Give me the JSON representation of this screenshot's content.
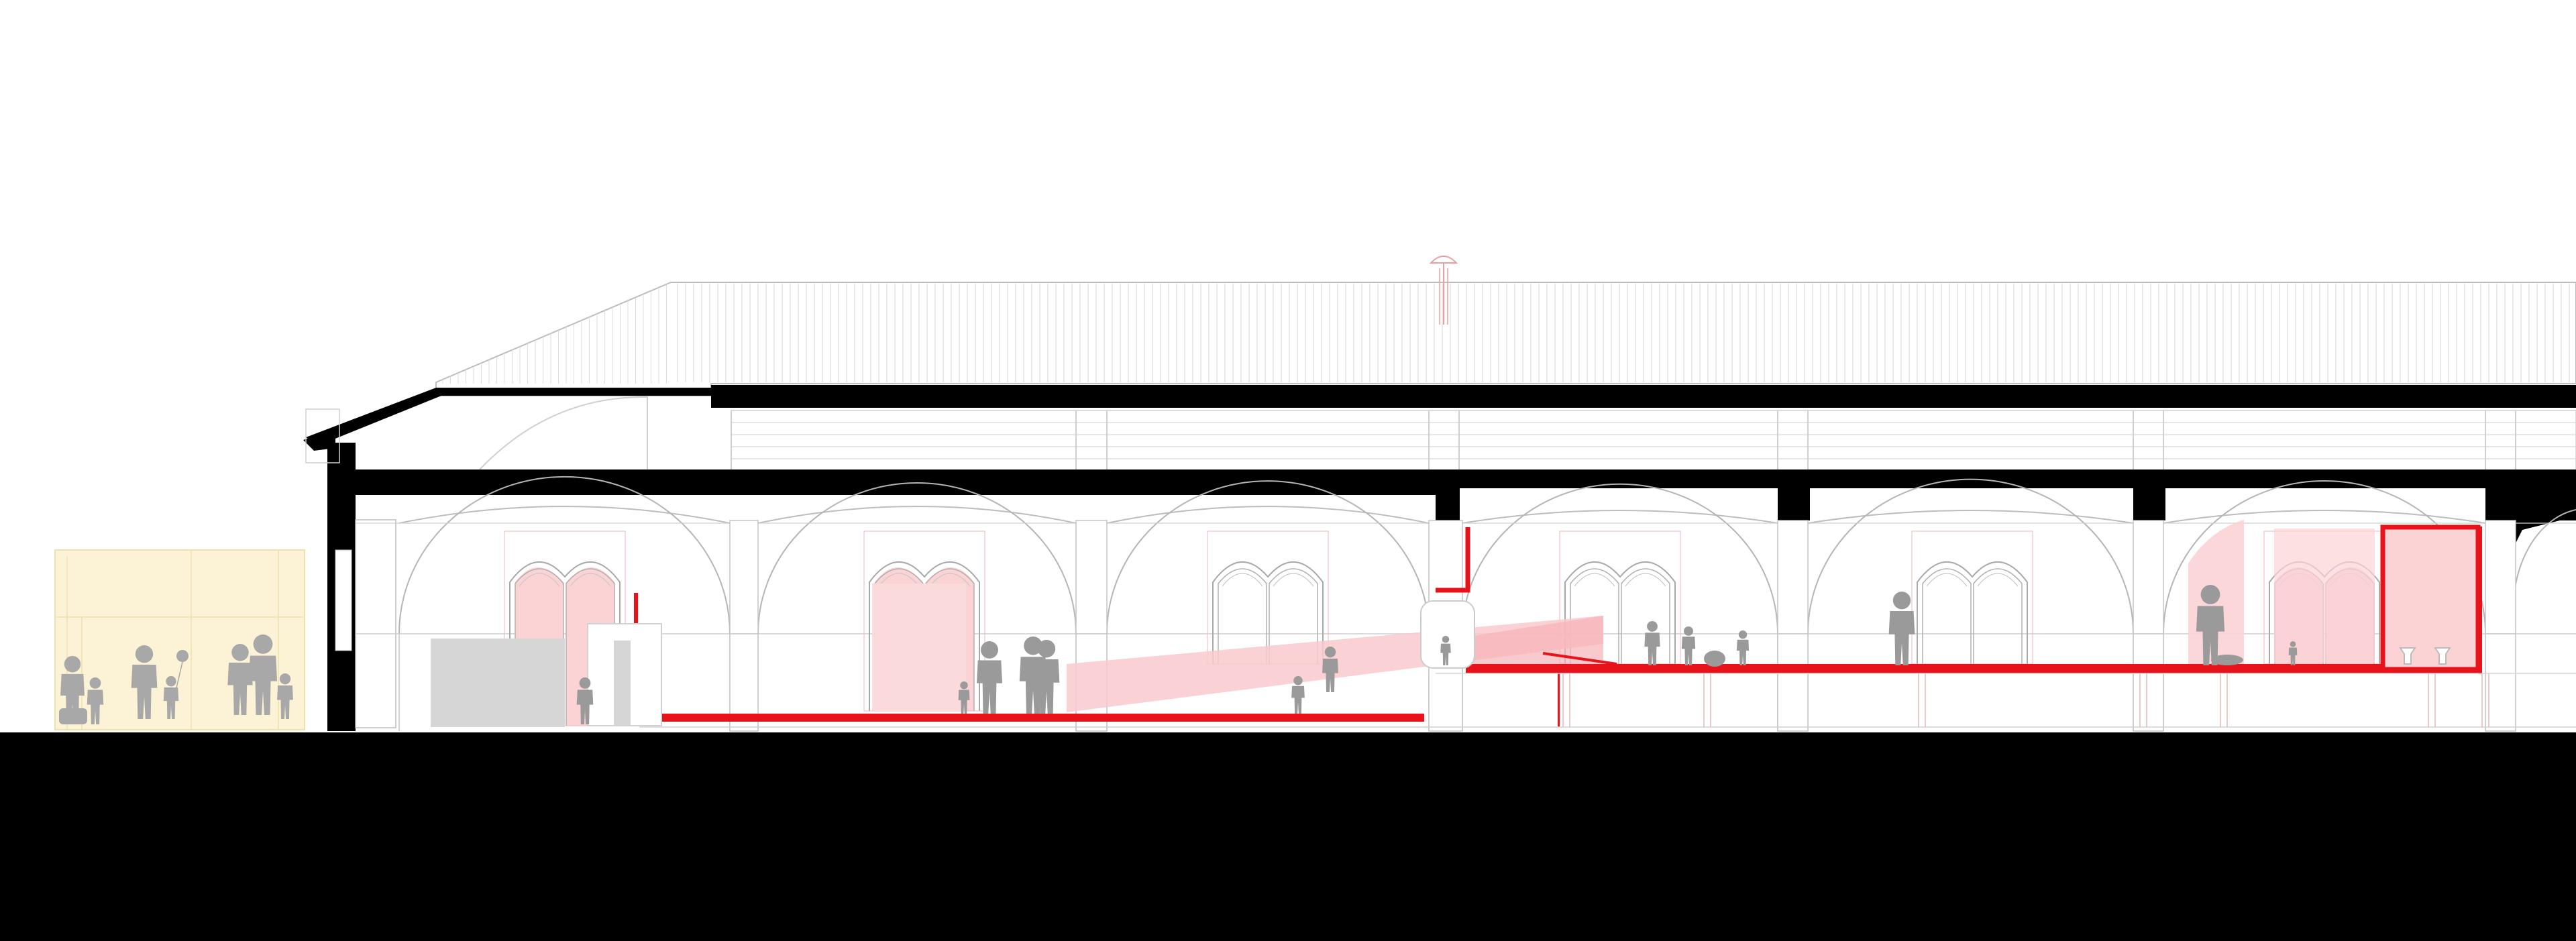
{
  "diagram": {
    "kind": "architectural-section",
    "labels": [],
    "colors": {
      "background": "#ffffff",
      "structure": "#000000",
      "new_intervention": "#e8121a",
      "new_intervention_tint": "#f9c9cc",
      "outline": "#c8c8c8",
      "people": "#9a9a9a",
      "exterior_pavilion": "#fcf3d6",
      "furniture": "#d6d6d6"
    },
    "elements": {
      "roof": "pitched-roof",
      "vaults": 6,
      "arched_windows": 6,
      "ramp": "interior-ramp",
      "ground": "ground-mass",
      "pavilion": "glass-pavilion"
    }
  }
}
